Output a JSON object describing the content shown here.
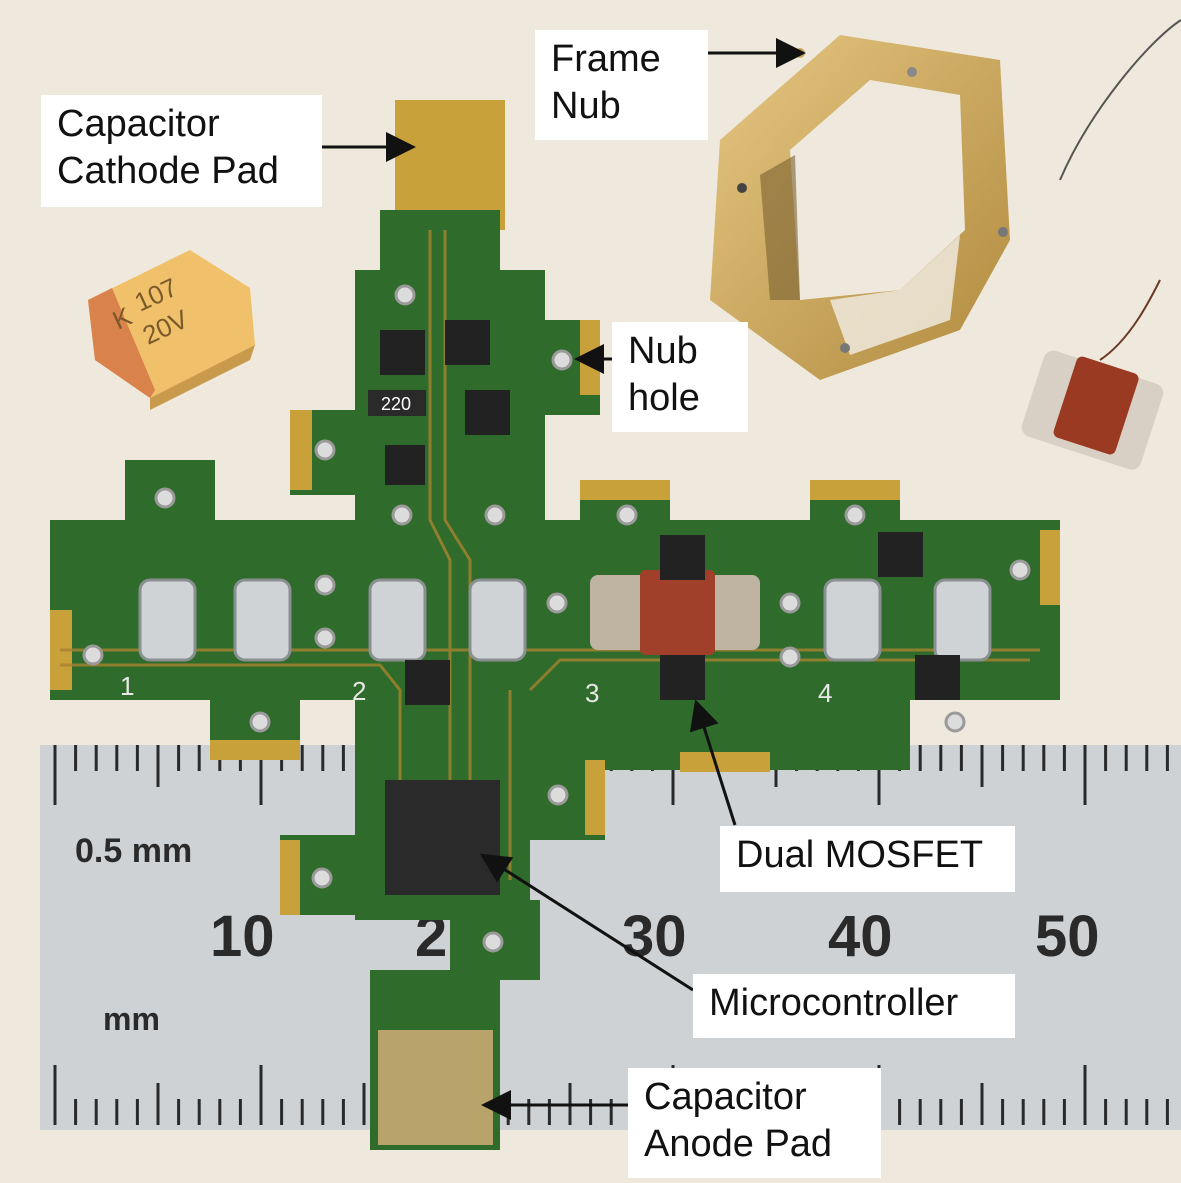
{
  "colors": {
    "background": "#efe9dd",
    "pcb_green": "#2f6b2b",
    "pcb_dark": "#1f4f1c",
    "gold_pad": "#c9a13a",
    "trace": "#a8832e",
    "chip": "#222222",
    "ruler": "#cfd2d4",
    "ruler_ink": "#2a2a2a",
    "label_bg": "#ffffff",
    "arrow": "#111111"
  },
  "labels": {
    "capacitor_cathode": [
      "Capacitor",
      "Cathode Pad"
    ],
    "frame_nub": [
      "Frame",
      "Nub"
    ],
    "nub_hole": [
      "Nub",
      "hole"
    ],
    "dual_mosfet": [
      "Dual MOSFET"
    ],
    "microcontroller": [
      "Microcontroller"
    ],
    "capacitor_anode": [
      "Capacitor",
      "Anode Pad"
    ]
  },
  "ruler": {
    "scale_text": "0.5 mm",
    "unit_text": "mm",
    "numbers": [
      "10",
      "2",
      "30",
      "40",
      "50"
    ]
  },
  "board": {
    "channel_numbers": [
      "1",
      "2",
      "3",
      "4"
    ]
  },
  "capacitor": {
    "marking": [
      "107",
      "20V"
    ],
    "polarity_mark": "K"
  },
  "resistor": {
    "marking": "220"
  },
  "icons": {
    "arrow": "arrow-icon"
  }
}
